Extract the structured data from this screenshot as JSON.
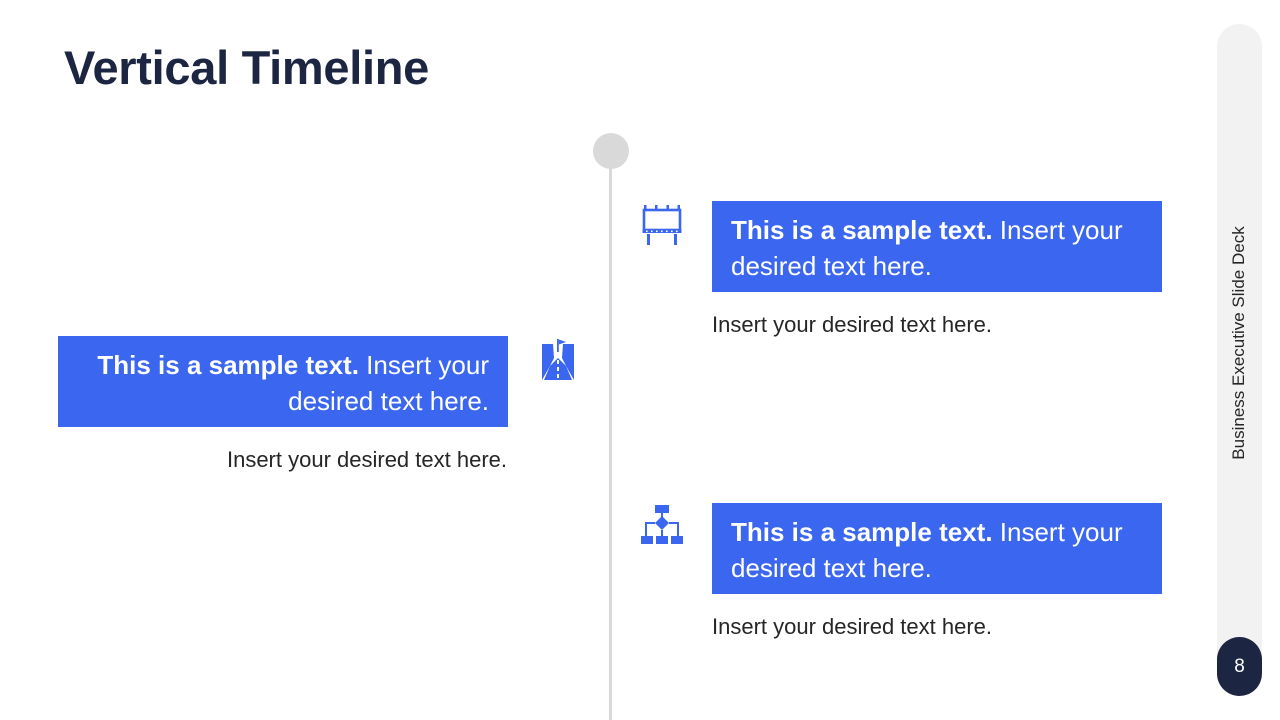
{
  "slide": {
    "title": "Vertical Timeline",
    "side_label": "Business Executive Slide Deck",
    "page_number": "8"
  },
  "colors": {
    "title": "#1c2541",
    "accent_blue": "#3b66f0",
    "timeline_gray": "#d9d9d9",
    "side_panel": "#f2f2f2",
    "badge_dark": "#1c2541"
  },
  "items": [
    {
      "icon": "billboard-icon",
      "heading": "This is a sample text.",
      "text": " Insert your desired text here.",
      "subtext": "Insert your desired text here."
    },
    {
      "icon": "road-flag-icon",
      "heading": "This is a sample text.",
      "text": " Insert your desired text here.",
      "subtext": "Insert your desired text here."
    },
    {
      "icon": "flowchart-icon",
      "heading": "This is a sample text.",
      "text": " Insert your desired text here.",
      "subtext": "Insert your desired text here."
    }
  ]
}
